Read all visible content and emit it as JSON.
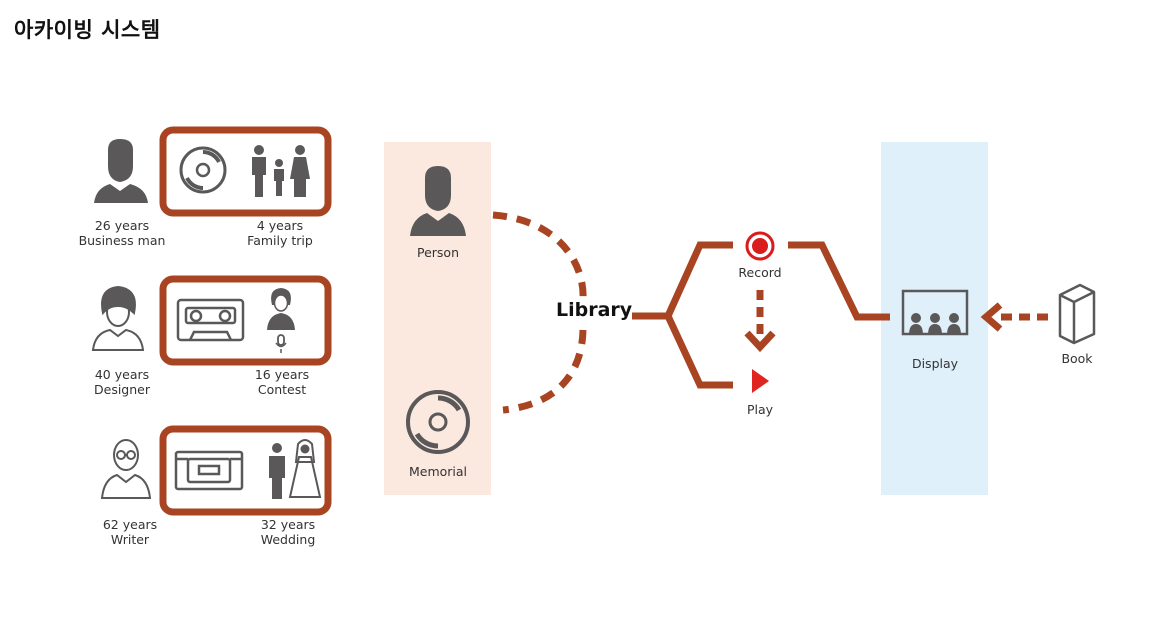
{
  "title": "아카이빙 시스템",
  "colors": {
    "accent": "#a84422",
    "icon": "#5a5858",
    "library_band": "#fbe8df",
    "display_band": "#dff0fb",
    "record": "#d91c1c",
    "play": "#e0241f"
  },
  "archive_rows": [
    {
      "person_age": "26 years",
      "person_role": "Business man",
      "person_icon": "man-silhouette-icon",
      "media_icon": "cd-icon",
      "memory_icon": "family-icon",
      "memory_age": "4 years",
      "memory_label": "Family trip"
    },
    {
      "person_age": "40 years",
      "person_role": "Designer",
      "person_icon": "woman-outline-icon",
      "media_icon": "cassette-icon",
      "memory_icon": "singer-icon",
      "memory_age": "16 years",
      "memory_label": "Contest"
    },
    {
      "person_age": "62 years",
      "person_role": "Writer",
      "person_icon": "old-man-outline-icon",
      "media_icon": "vhs-icon",
      "memory_icon": "wedding-couple-icon",
      "memory_age": "32 years",
      "memory_label": "Wedding"
    }
  ],
  "library": {
    "label": "Library",
    "person_label": "Person",
    "memorial_label": "Memorial"
  },
  "actions": {
    "record_label": "Record",
    "play_label": "Play"
  },
  "display": {
    "label": "Display",
    "book_label": "Book"
  }
}
